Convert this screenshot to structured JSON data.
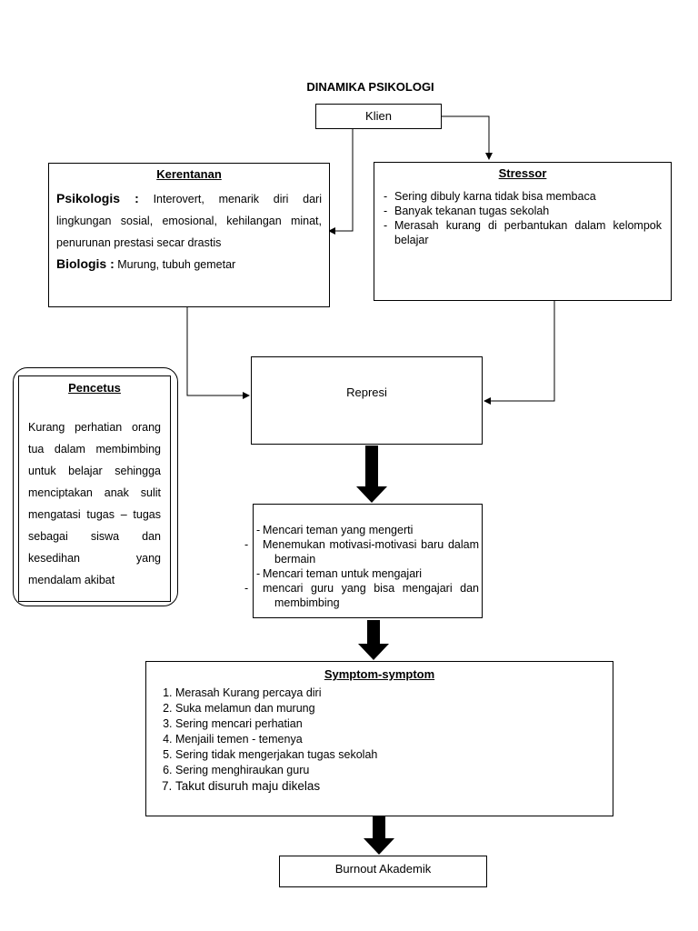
{
  "title": "DINAMIKA PSIKOLOGI",
  "klien": "Klien",
  "kerentanan": {
    "heading": "Kerentanan",
    "psikologis_label": "Psikologis :",
    "psikologis_text": "Interovert, menarik diri dari lingkungan sosial, emosional, kehilangan minat, penurunan prestasi secar drastis",
    "biologis_label": "Biologis :",
    "biologis_text": "Murung, tubuh gemetar"
  },
  "stressor": {
    "heading": "Stressor",
    "items": [
      "Sering dibuly karna tidak bisa membaca",
      "Banyak tekanan tugas sekolah",
      "Merasah kurang di perbantukan dalam kelompok belajar"
    ]
  },
  "pencetus": {
    "heading": "Pencetus",
    "text": "Kurang perhatian orang tua dalam membimbing untuk belajar sehingga menciptakan anak sulit mengatasi tugas – tugas sebagai siswa dan kesedihan yang mendalam akibat"
  },
  "represi": "Represi",
  "coping": {
    "items": [
      "Mencari teman yang mengerti",
      "Menemukan motivasi-motivasi baru dalam bermain",
      "Mencari teman untuk mengajari",
      "mencari guru yang bisa mengajari dan membimbing"
    ]
  },
  "symptom": {
    "heading": "Symptom-symptom",
    "items": [
      "Merasah Kurang percaya diri",
      "Suka melamun dan murung",
      "Sering mencari perhatian",
      "Menjaili temen - temenya",
      "Sering tidak mengerjakan tugas sekolah",
      "Sering menghiraukan guru",
      "Takut disuruh maju dikelas"
    ]
  },
  "burnout": "Burnout Akademik"
}
